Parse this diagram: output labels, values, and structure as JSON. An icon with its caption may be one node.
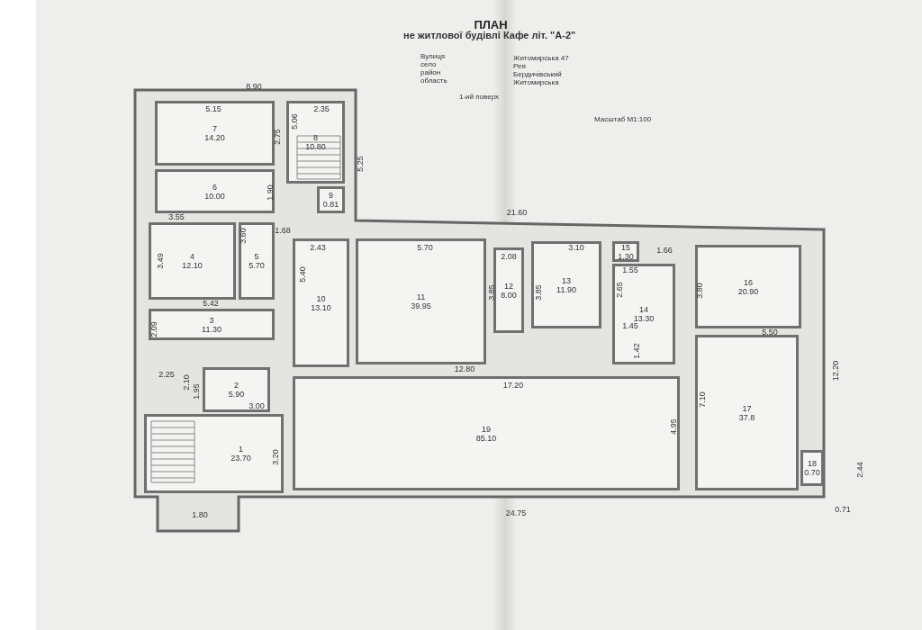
{
  "diagram": {
    "title": "ПЛАН",
    "nodes": [
      {
        "text": [
          "1",
          "23.70"
        ]
      },
      {
        "text": [
          "2",
          "5.90"
        ]
      },
      {
        "text": [
          "3",
          "11.30"
        ]
      },
      {
        "text": [
          "4",
          "12.10"
        ]
      },
      {
        "text": [
          "5",
          "5.70"
        ]
      },
      {
        "text": [
          "6",
          "10.00"
        ]
      },
      {
        "text": [
          "7",
          "14.20"
        ]
      },
      {
        "text": [
          "8",
          "10.80"
        ]
      },
      {
        "text": [
          "9",
          "0.81"
        ]
      },
      {
        "text": [
          "10",
          "13.10"
        ]
      },
      {
        "text": [
          "11",
          "39.95"
        ]
      },
      {
        "text": [
          "12",
          "8.00"
        ]
      },
      {
        "text": [
          "13",
          "11.90"
        ]
      },
      {
        "text": [
          "14",
          "13.30"
        ]
      },
      {
        "text": [
          "15",
          "1.30"
        ]
      },
      {
        "text": [
          "16",
          "20.90"
        ]
      },
      {
        "text": [
          "17",
          "37.8"
        ]
      },
      {
        "text": [
          "18",
          "0.70"
        ]
      },
      {
        "text": [
          "19",
          "85.10"
        ]
      }
    ],
    "edges": [],
    "labels": [
      "не житлової будівлі Кафе літ. \"А-2\"",
      "Вулиця",
      "село",
      "район",
      "область",
      "Житомирська 47",
      "Рея",
      "Бердичівський",
      "Житомирська",
      "1-ий поверх",
      "Масштаб М1:100",
      "8.90",
      "5.15",
      "2.35",
      "2.75",
      "5.06",
      "5.25",
      "1.90",
      "3.55",
      "1.68",
      "3.49",
      "3.60",
      "5.42",
      "2.09",
      "2.43",
      "5.40",
      "5.70",
      "21.60",
      "2.08",
      "3.85",
      "3.85",
      "3.10",
      "1.55",
      "1.66",
      "2.65",
      "3.80",
      "5.50",
      "1.45",
      "1.42",
      "12.80",
      "17.20",
      "2.25",
      "2.10",
      "1.95",
      "3.00",
      "3.20",
      "1.80",
      "4.95",
      "7.10",
      "12.20",
      "2.44",
      "24.75",
      "0.71"
    ]
  }
}
